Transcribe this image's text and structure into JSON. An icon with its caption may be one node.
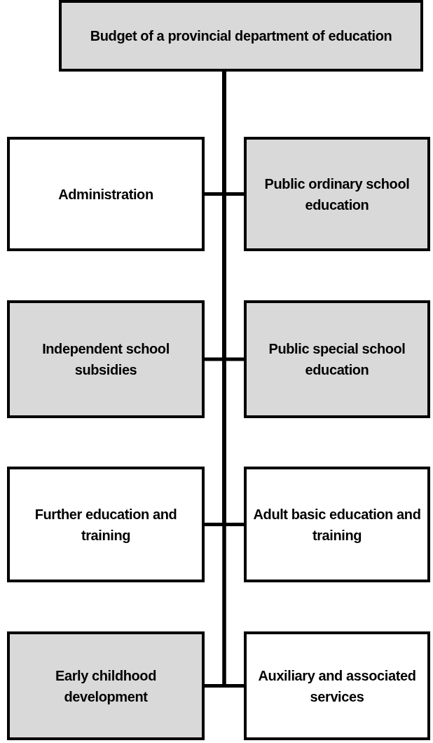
{
  "diagram": {
    "nodes": [
      {
        "text": [
          "Budget of a provincial department of education"
        ]
      },
      {
        "text": [
          "Administration"
        ]
      },
      {
        "text": [
          "Public ordinary school education"
        ]
      },
      {
        "text": [
          "Independent school subsidies"
        ]
      },
      {
        "text": [
          "Public special school education"
        ]
      },
      {
        "text": [
          "Further education and training"
        ]
      },
      {
        "text": [
          "Adult basic education and training"
        ]
      },
      {
        "text": [
          "Early childhood development"
        ]
      },
      {
        "text": [
          "Auxiliary and associated services"
        ]
      }
    ],
    "edges": [
      {
        "from": 0,
        "to": 1,
        "arrow": "none"
      },
      {
        "from": 0,
        "to": 2,
        "arrow": "none"
      },
      {
        "from": 0,
        "to": 3,
        "arrow": "none"
      },
      {
        "from": 0,
        "to": 4,
        "arrow": "none"
      },
      {
        "from": 0,
        "to": 5,
        "arrow": "none"
      },
      {
        "from": 0,
        "to": 6,
        "arrow": "none"
      },
      {
        "from": 0,
        "to": 7,
        "arrow": "none"
      },
      {
        "from": 0,
        "to": 8,
        "arrow": "none"
      }
    ]
  }
}
